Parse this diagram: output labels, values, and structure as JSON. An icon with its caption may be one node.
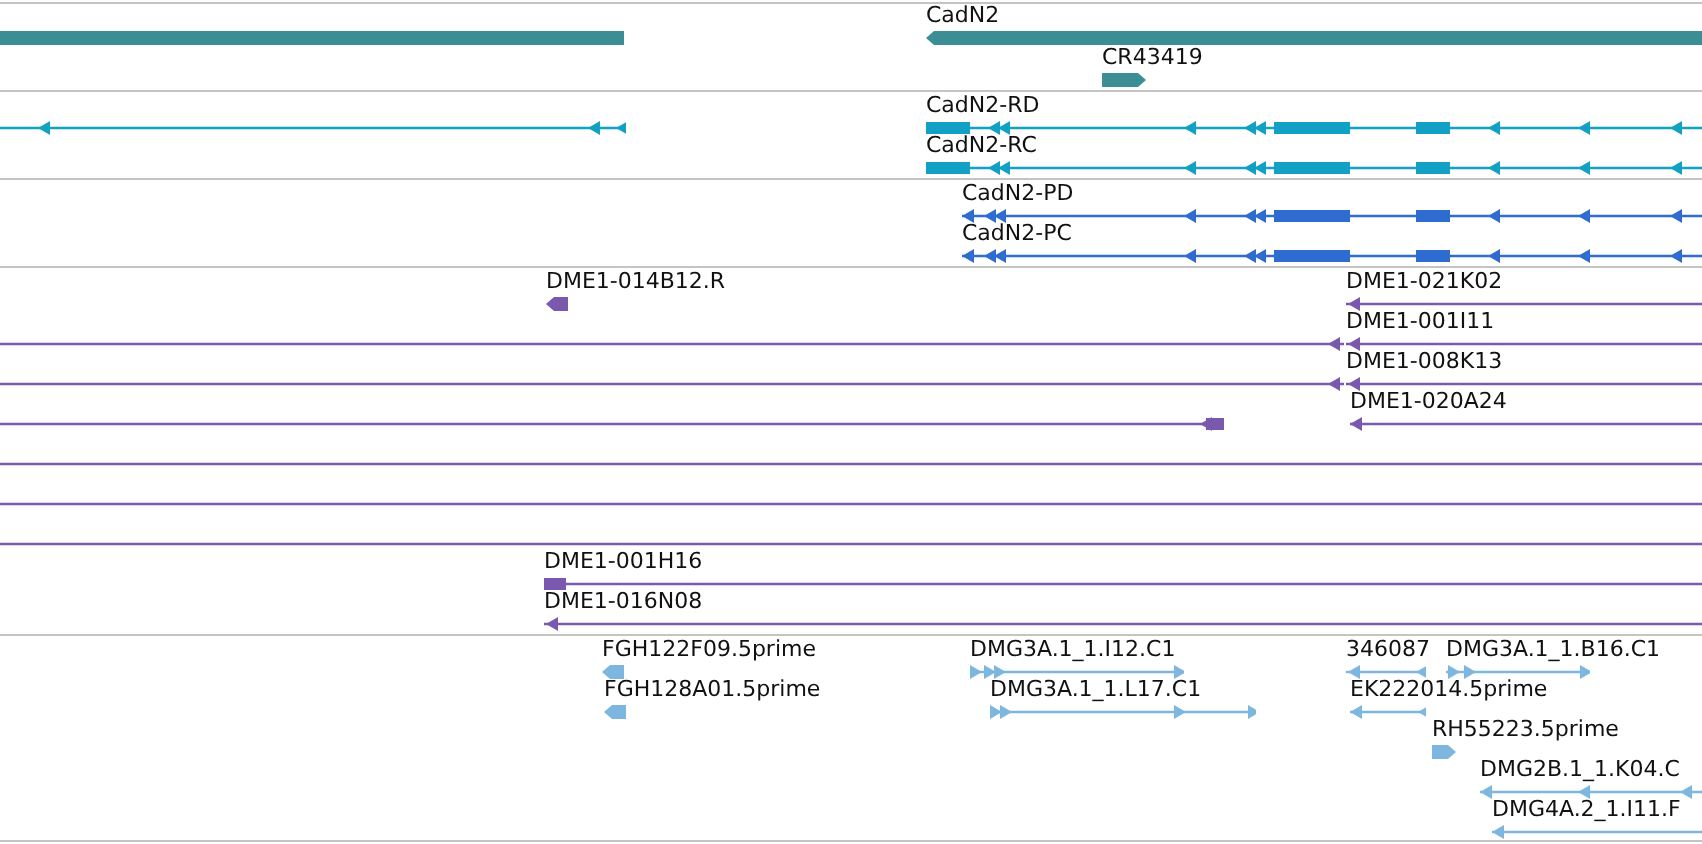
{
  "diagram": {
    "nodes": [
      {
        "text": [],
        "shape": "bar"
      },
      {
        "text": [
          "CadN2"
        ]
      },
      {
        "text": [
          "CR43419"
        ]
      },
      {
        "text": [],
        "shape": "bar"
      },
      {
        "text": [
          "CadN2-RD"
        ]
      },
      {
        "text": [
          "CadN2-RC"
        ]
      },
      {
        "text": [
          "CadN2-PD"
        ]
      },
      {
        "text": [
          "CadN2-PC"
        ]
      },
      {
        "text": [
          "DME1-014B12.R"
        ]
      },
      {
        "text": [
          "DME1-021K02"
        ]
      },
      {
        "text": [],
        "shape": "bar"
      },
      {
        "text": [
          "DME1-001I11"
        ]
      },
      {
        "text": [],
        "shape": "bar"
      },
      {
        "text": [
          "DME1-008K13"
        ]
      },
      {
        "text": [],
        "shape": "bar"
      },
      {
        "text": [
          "DME1-020A24"
        ]
      },
      {
        "text": [],
        "shape": "bar"
      },
      {
        "text": [],
        "shape": "bar"
      },
      {
        "text": [],
        "shape": "bar"
      },
      {
        "text": [
          "DME1-001H16"
        ]
      },
      {
        "text": [
          "DME1-016N08"
        ]
      },
      {
        "text": [
          "FGH122F09.5prime"
        ]
      },
      {
        "text": [
          "FGH128A01.5prime"
        ]
      },
      {
        "text": [
          "DMG3A.1_1.I12.C1"
        ]
      },
      {
        "text": [
          "DMG3A.1_1.L17.C1"
        ]
      },
      {
        "text": [
          "346087"
        ]
      },
      {
        "text": [
          "DMG3A.1_1.B16.C1"
        ]
      },
      {
        "text": [
          "EK222014.5prime"
        ]
      },
      {
        "text": [
          "RH55223.5prime"
        ]
      },
      {
        "text": [
          "DMG2B.1_1.K04.C"
        ]
      },
      {
        "text": [
          "DMG4A.2_1.I11.F"
        ]
      }
    ]
  }
}
